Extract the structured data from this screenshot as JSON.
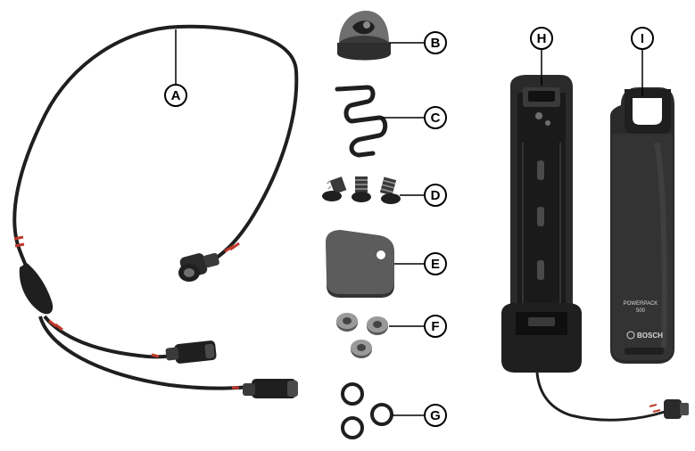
{
  "labels": {
    "a": "A",
    "b": "B",
    "c": "C",
    "d": "D",
    "e": "E",
    "f": "F",
    "g": "G",
    "h": "H",
    "i": "I"
  },
  "battery": {
    "model_line1": "POWERPACK",
    "model_line2": "500",
    "brand": "BOSCH"
  },
  "colors": {
    "part_dark": "#1f1f1f",
    "part_mid": "#3a3a3a",
    "part_grey": "#6f6f6f",
    "ring_grey": "#9a9a9a",
    "wire_red": "#c0392b",
    "outline": "#000000",
    "background": "#ffffff"
  }
}
